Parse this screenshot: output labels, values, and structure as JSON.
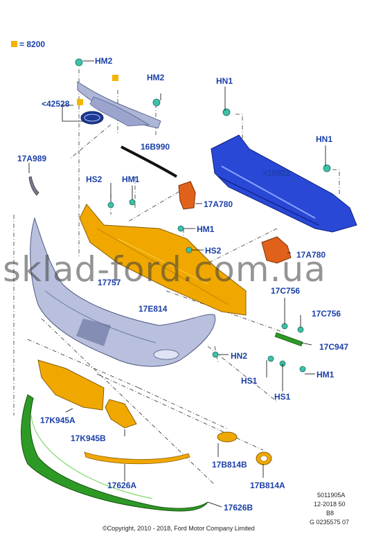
{
  "legend": {
    "symbol_color": "#f5b400",
    "text": "= 8200"
  },
  "watermark": "sklad-ford.com.ua",
  "labels": {
    "hm2_a": "HM2",
    "hm2_b": "HM2",
    "n42528": "<42528",
    "hn1_a": "HN1",
    "hn1_b": "HN1",
    "n16b990": "16B990",
    "n17a989": "17A989",
    "n10922": "<10922",
    "hs2_a": "HS2",
    "hm1_a": "HM1",
    "n17a780_a": "17A780",
    "hm1_b": "HM1",
    "hs2_b": "HS2",
    "n17a780_b": "17A780",
    "n17757": "17757",
    "n17c756_a": "17C756",
    "n17e814": "17E814",
    "n17c756_b": "17C756",
    "n17c947": "17C947",
    "hn2": "HN2",
    "hs1_a": "HS1",
    "hm1_c": "HM1",
    "hs1_b": "HS1",
    "n17k945a": "17K945A",
    "n17k945b": "17K945B",
    "n17b814b": "17B814B",
    "n17626a": "17626A",
    "n17b814a": "17B814A",
    "n17626b": "17626B"
  },
  "footer": {
    "copyright": "©Copyright, 2010 - 2018, Ford Motor Company Limited",
    "ref1": "5011905A",
    "ref2": "12-2018 50",
    "ref3": "B8",
    "ref4": "G 0235575 07"
  },
  "colors": {
    "label": "#1a3fa8",
    "absorber": "#f0a800",
    "reinforcement": "#1f3fd0",
    "bracket": "#e0621a",
    "cover": "#b9c0dd",
    "lip": "#2e9a26",
    "clip": "#3fc0a8"
  }
}
